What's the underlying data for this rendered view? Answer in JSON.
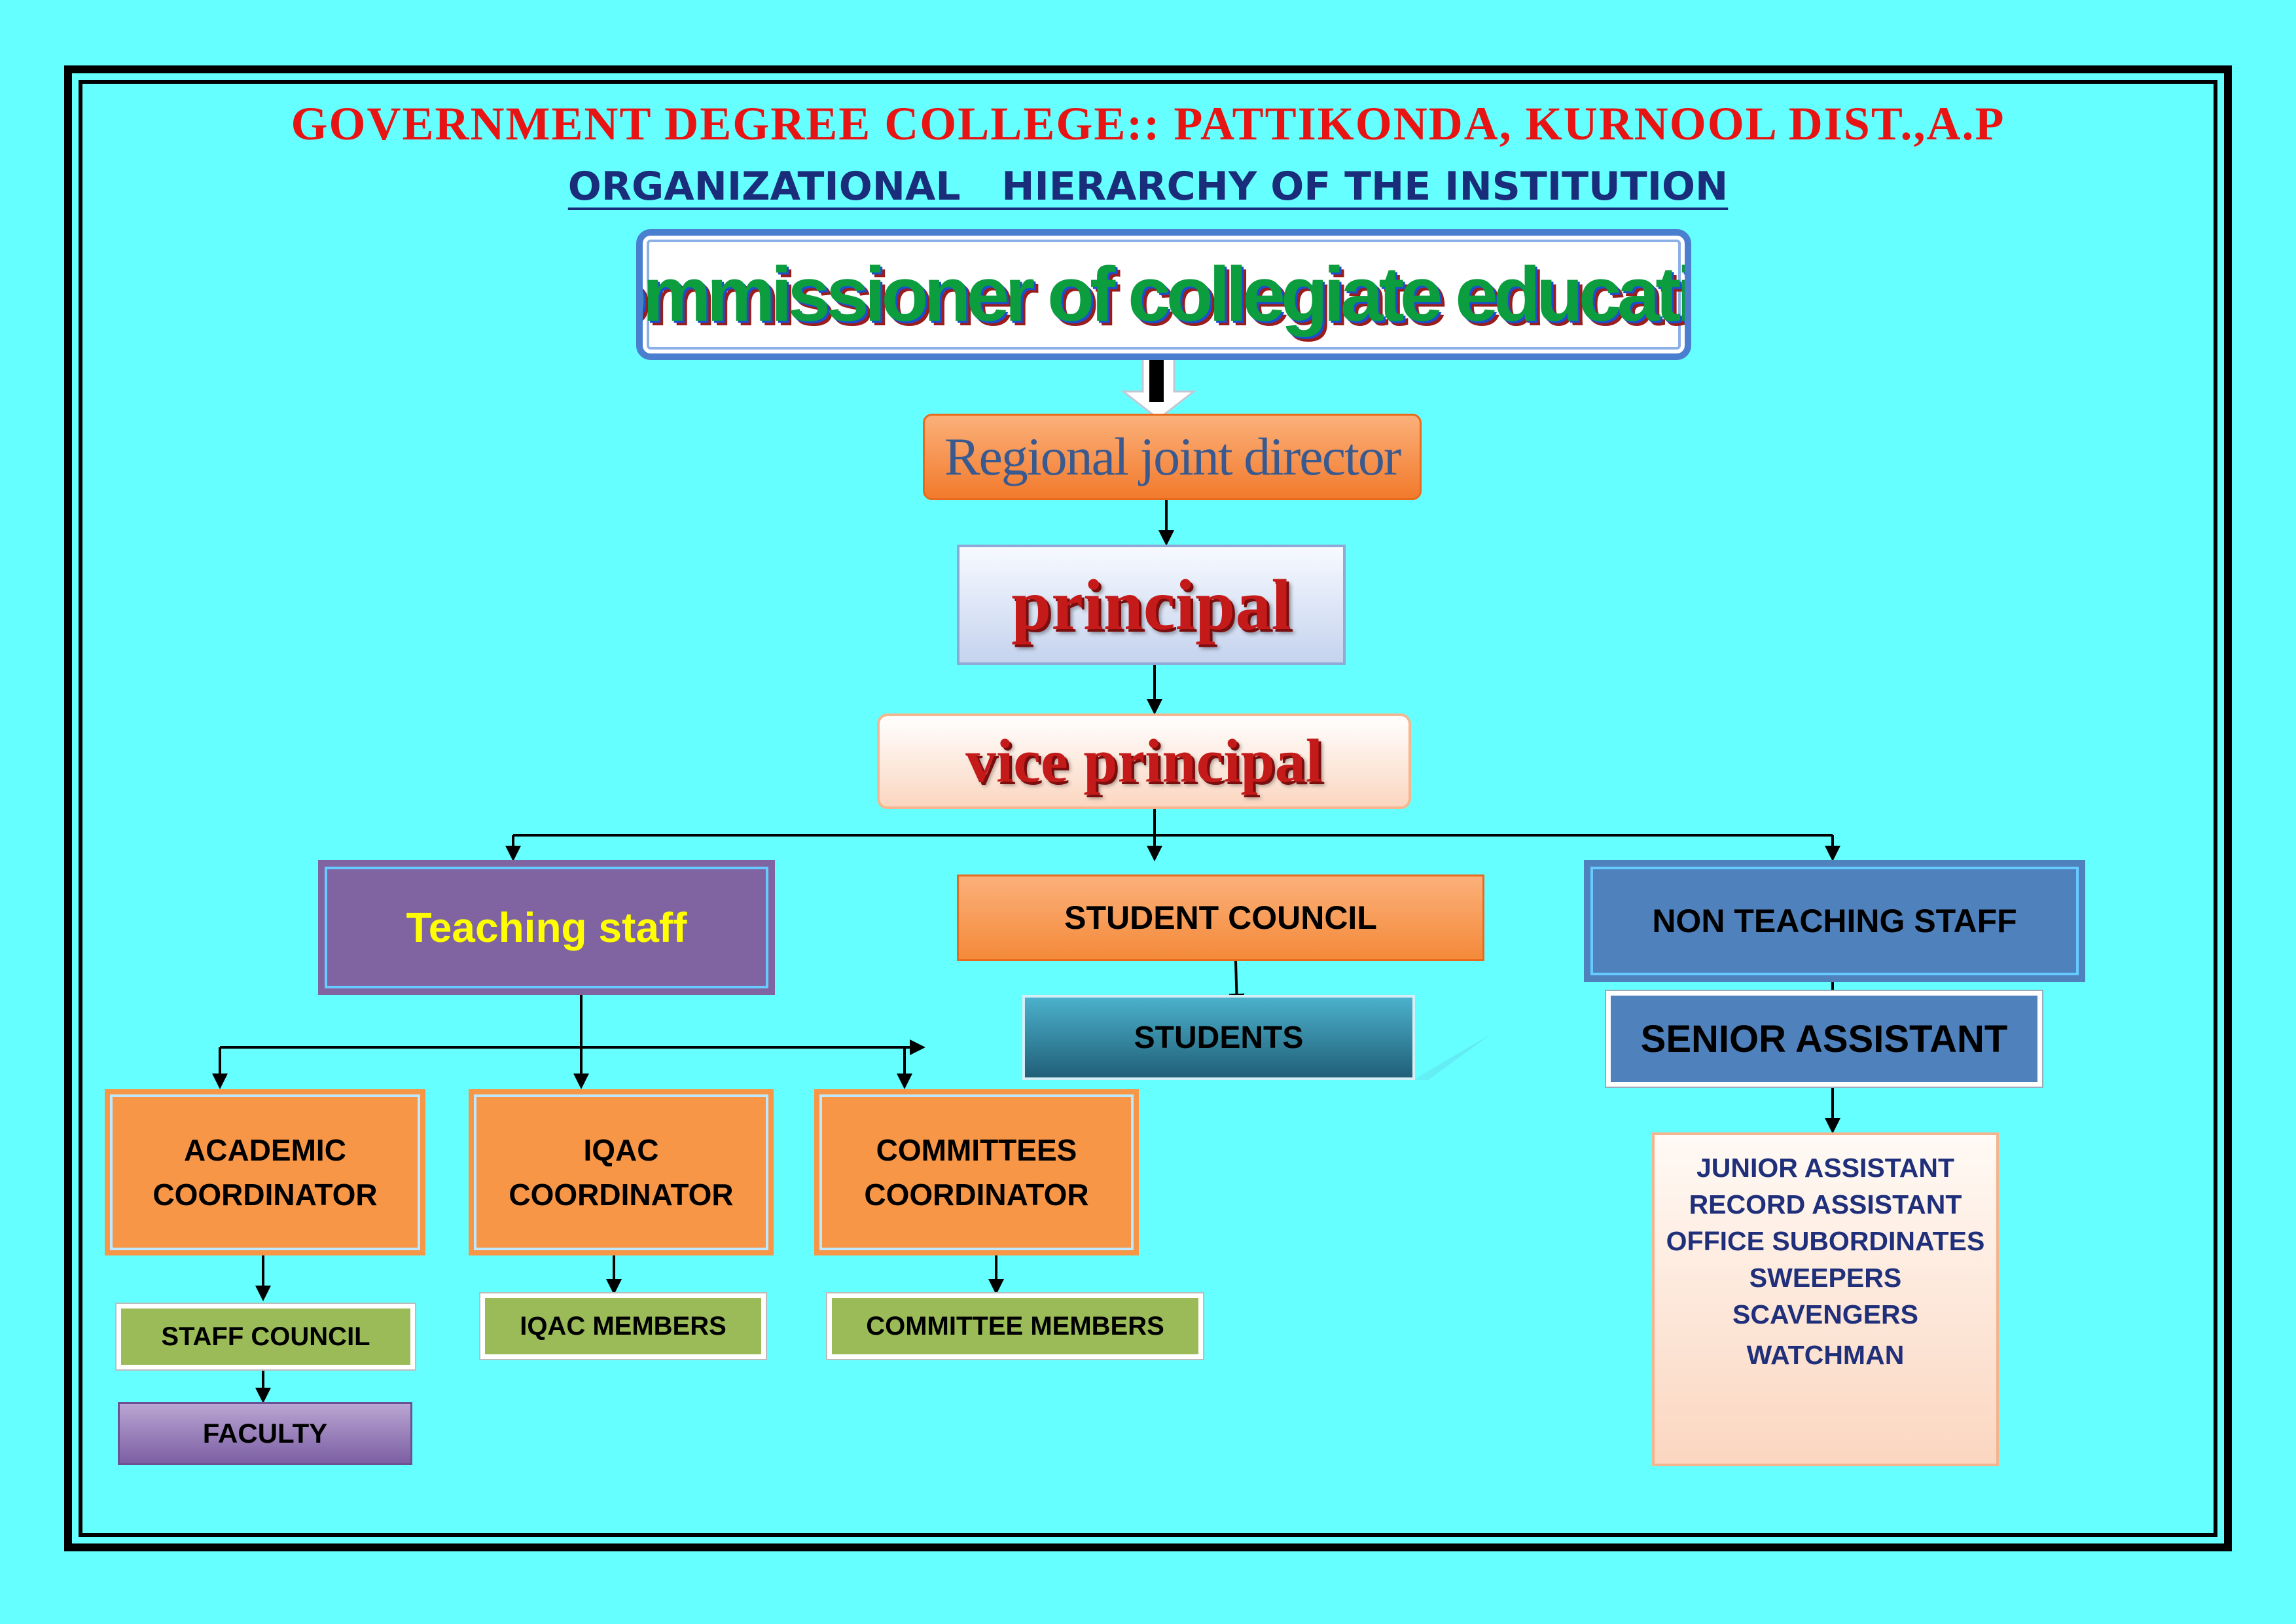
{
  "header": {
    "title": "GOVERNMENT DEGREE COLLEGE:: PATTIKONDA, KURNOOL DIST.,A.P",
    "subtitle": "ORGANIZATIONAL   HIERARCHY OF THE INSTITUTION"
  },
  "nodes": {
    "commissioner": "Commissioner of collegiate education",
    "regional_joint_director": "Regional joint director",
    "principal": "principal",
    "vice_principal": "vice principal",
    "teaching_staff": "Teaching staff",
    "student_council": "STUDENT COUNCIL",
    "students": "STUDENTS",
    "non_teaching_staff": "NON TEACHING STAFF",
    "senior_assistant": "SENIOR ASSISTANT",
    "academic_coordinator": [
      "ACADEMIC",
      "COORDINATOR"
    ],
    "iqac_coordinator": [
      "IQAC",
      "COORDINATOR"
    ],
    "committees_coordinator": [
      "COMMITTEES",
      "COORDINATOR"
    ],
    "staff_council": "STAFF COUNCIL",
    "iqac_members": "IQAC MEMBERS",
    "committee_members": "COMMITTEE MEMBERS",
    "faculty": "FACULTY",
    "office_staff": [
      "JUNIOR ASSISTANT",
      "RECORD ASSISTANT",
      "OFFICE SUBORDINATES",
      "SWEEPERS",
      "SCAVENGERS",
      "WATCHMAN"
    ]
  },
  "colors": {
    "background": "#66ffff",
    "title": "#e81414",
    "subtitle": "#1a2d7a",
    "orange": "#f79646",
    "purple": "#8064a2",
    "blue": "#4f81bd",
    "green": "#9bbb59"
  }
}
